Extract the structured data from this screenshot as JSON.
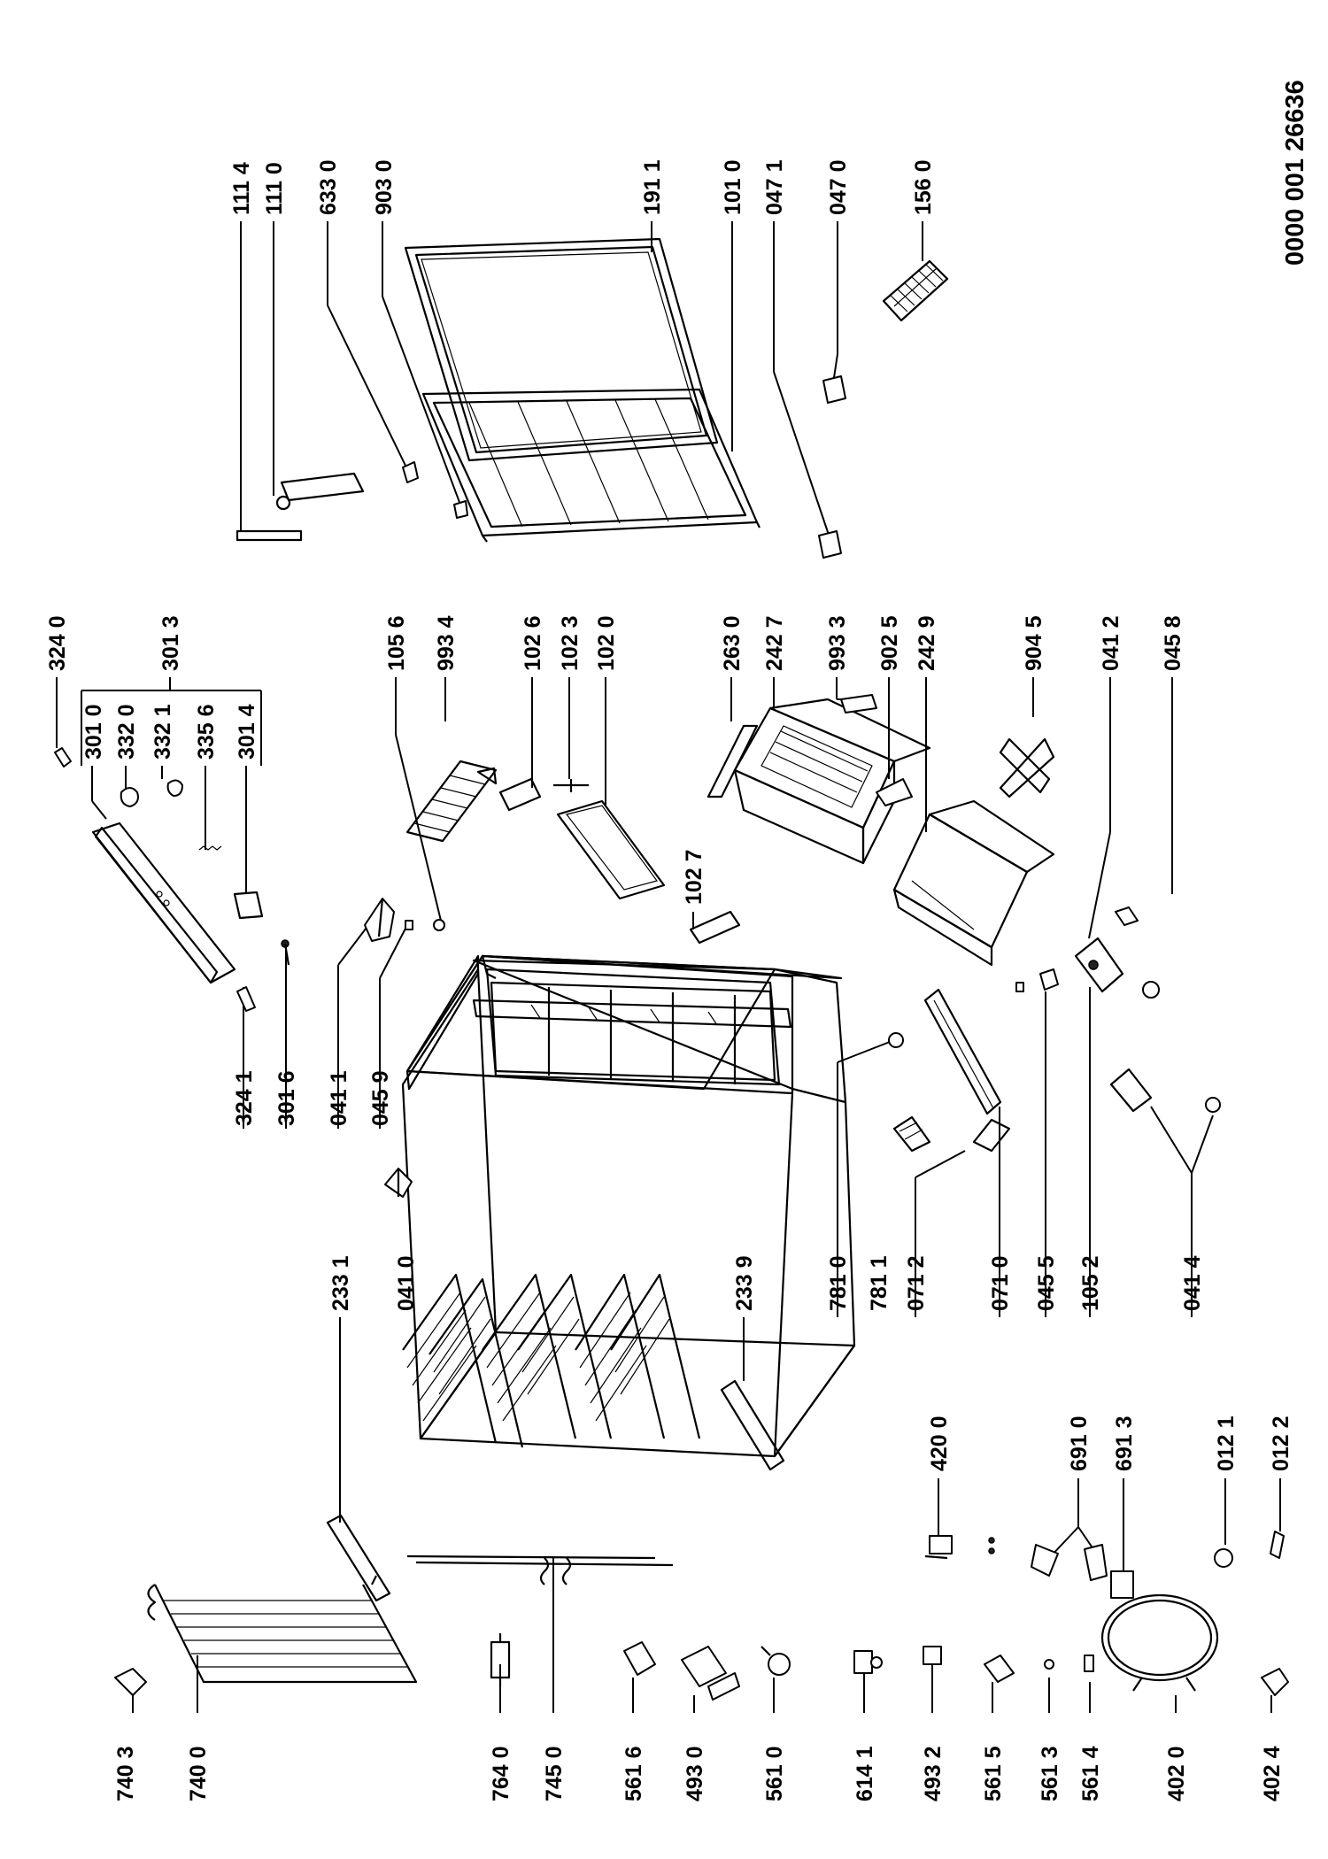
{
  "document": {
    "reference_number": "0000 001 26636"
  },
  "parts": [
    {
      "id": "p111-4",
      "code": "111 4"
    },
    {
      "id": "p111-0",
      "code": "111 0"
    },
    {
      "id": "p633-0",
      "code": "633 0"
    },
    {
      "id": "p903-0",
      "code": "903 0"
    },
    {
      "id": "p191-1",
      "code": "191 1"
    },
    {
      "id": "p101-0",
      "code": "101 0"
    },
    {
      "id": "p047-1",
      "code": "047 1"
    },
    {
      "id": "p047-0",
      "code": "047 0"
    },
    {
      "id": "p156-0",
      "code": "156 0"
    },
    {
      "id": "p324-0",
      "code": "324 0"
    },
    {
      "id": "p301-3",
      "code": "301 3"
    },
    {
      "id": "p301-0",
      "code": "301 0"
    },
    {
      "id": "p332-0",
      "code": "332 0"
    },
    {
      "id": "p332-1",
      "code": "332 1"
    },
    {
      "id": "p335-6",
      "code": "335 6"
    },
    {
      "id": "p301-4",
      "code": "301 4"
    },
    {
      "id": "p105-6",
      "code": "105 6"
    },
    {
      "id": "p993-4",
      "code": "993 4"
    },
    {
      "id": "p102-6",
      "code": "102 6"
    },
    {
      "id": "p102-3",
      "code": "102 3"
    },
    {
      "id": "p102-0",
      "code": "102 0"
    },
    {
      "id": "p102-7",
      "code": "102 7"
    },
    {
      "id": "p263-0",
      "code": "263 0"
    },
    {
      "id": "p242-7",
      "code": "242 7"
    },
    {
      "id": "p993-3",
      "code": "993 3"
    },
    {
      "id": "p902-5",
      "code": "902 5"
    },
    {
      "id": "p242-9",
      "code": "242 9"
    },
    {
      "id": "p904-5",
      "code": "904 5"
    },
    {
      "id": "p041-2",
      "code": "041 2"
    },
    {
      "id": "p045-8",
      "code": "045 8"
    },
    {
      "id": "p324-1",
      "code": "324 1"
    },
    {
      "id": "p301-6",
      "code": "301 6"
    },
    {
      "id": "p041-1",
      "code": "041 1"
    },
    {
      "id": "p045-9",
      "code": "045 9"
    },
    {
      "id": "p233-1",
      "code": "233 1"
    },
    {
      "id": "p041-0",
      "code": "041 0"
    },
    {
      "id": "p233-9",
      "code": "233 9"
    },
    {
      "id": "p781-0",
      "code": "781 0"
    },
    {
      "id": "p781-1",
      "code": "781 1"
    },
    {
      "id": "p071-2",
      "code": "071 2"
    },
    {
      "id": "p071-0",
      "code": "071 0"
    },
    {
      "id": "p045-5",
      "code": "045 5"
    },
    {
      "id": "p105-2",
      "code": "105 2"
    },
    {
      "id": "p041-4",
      "code": "041 4"
    },
    {
      "id": "p420-0",
      "code": "420 0"
    },
    {
      "id": "p691-0",
      "code": "691 0"
    },
    {
      "id": "p691-3",
      "code": "691 3"
    },
    {
      "id": "p012-1",
      "code": "012 1"
    },
    {
      "id": "p012-2",
      "code": "012 2"
    },
    {
      "id": "p740-3",
      "code": "740 3"
    },
    {
      "id": "p740-0",
      "code": "740 0"
    },
    {
      "id": "p764-0",
      "code": "764 0"
    },
    {
      "id": "p745-0",
      "code": "745 0"
    },
    {
      "id": "p561-6",
      "code": "561 6"
    },
    {
      "id": "p493-0",
      "code": "493 0"
    },
    {
      "id": "p561-0",
      "code": "561 0"
    },
    {
      "id": "p614-1",
      "code": "614 1"
    },
    {
      "id": "p493-2",
      "code": "493 2"
    },
    {
      "id": "p561-5",
      "code": "561 5"
    },
    {
      "id": "p561-3",
      "code": "561 3"
    },
    {
      "id": "p561-4",
      "code": "561 4"
    },
    {
      "id": "p402-0",
      "code": "402 0"
    },
    {
      "id": "p402-4",
      "code": "402 4"
    }
  ]
}
